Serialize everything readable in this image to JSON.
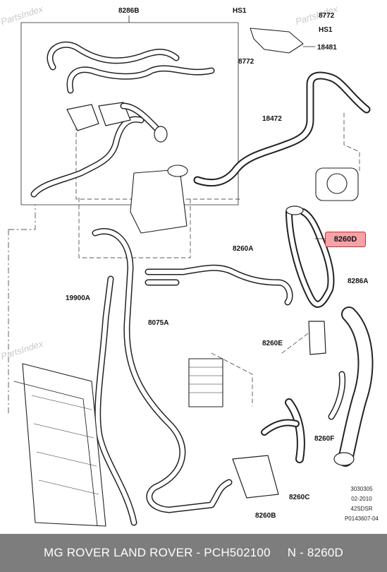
{
  "labels": {
    "l8286B": "8286B",
    "lHS1a": "HS1",
    "l8772a": "8772",
    "lHS1b": "HS1",
    "l18481": "18481",
    "l8772b": "8772",
    "l18472": "18472",
    "l8260D": "8260D",
    "l8260A": "8260A",
    "l8286A": "8286A",
    "l19900A": "19900A",
    "l8075A": "8075A",
    "l8260E": "8260E",
    "l8260F": "8260F",
    "l8260C": "8260C",
    "l8260B": "8260B"
  },
  "watermarks": [
    "PartsIndex",
    "PartsIndex",
    "PartsIndex"
  ],
  "codes": [
    "3030305",
    "02-2010",
    "42SDSR",
    "P0143607-04"
  ],
  "footer": {
    "brands": "MG ROVER LAND ROVER - PCH502100",
    "part": "N - 8260D"
  },
  "colors": {
    "highlight": "#f5a3a7",
    "highlight_border": "#d9262f",
    "footer_bg": "#7d7d7d"
  }
}
